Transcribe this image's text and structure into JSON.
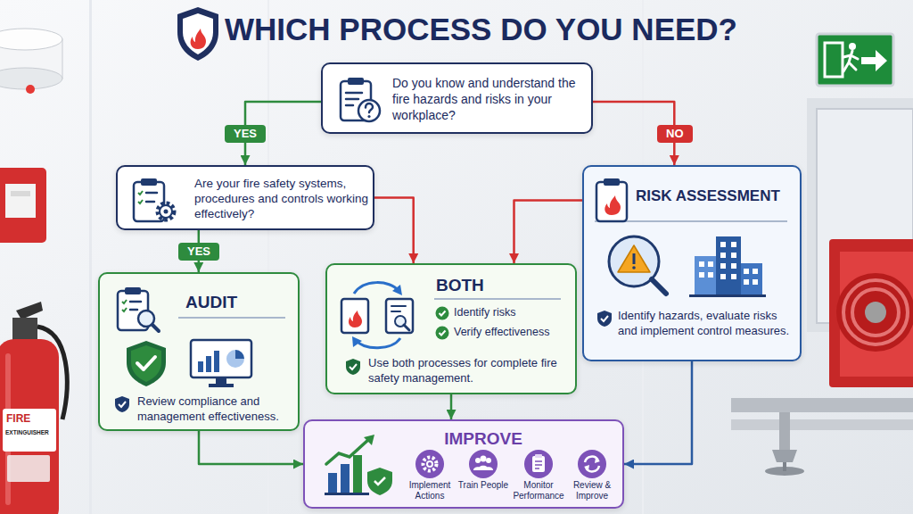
{
  "diagram": {
    "title": "WHICH PROCESS DO YOU NEED?",
    "nodes": [
      {
        "text": [
          "Do you know and understand the fire hazards and risks in your workplace?"
        ]
      },
      {
        "text": [
          "Are your fire safety systems, procedures and controls working effectively?"
        ]
      },
      {
        "text": [
          "AUDIT",
          "Review compliance and management effectiveness."
        ]
      },
      {
        "text": [
          "BOTH",
          "Identify risks",
          "Verify effectiveness",
          "Use both processes for complete fire safety management."
        ]
      },
      {
        "text": [
          "RISK ASSESSMENT",
          "Identify hazards, evaluate risks and implement control measures."
        ]
      },
      {
        "text": [
          "IMPROVE",
          "Implement Actions",
          "Train People",
          "Monitor Performance",
          "Review & Improve"
        ]
      }
    ],
    "edges": [
      {
        "from": 0,
        "to": 1,
        "arrow": "to",
        "label": "YES"
      },
      {
        "from": 0,
        "to": 4,
        "arrow": "to",
        "label": "NO"
      },
      {
        "from": 1,
        "to": 2,
        "arrow": "to",
        "label": "YES"
      },
      {
        "from": 1,
        "to": 3,
        "arrow": "to"
      },
      {
        "from": 4,
        "to": 3,
        "arrow": "to"
      },
      {
        "from": 2,
        "to": 5,
        "arrow": "to"
      },
      {
        "from": 3,
        "to": 5,
        "arrow": "to"
      },
      {
        "from": 4,
        "to": 5,
        "arrow": "to"
      }
    ],
    "labels": [
      "FIRE",
      "EXTINGUISHER"
    ]
  }
}
